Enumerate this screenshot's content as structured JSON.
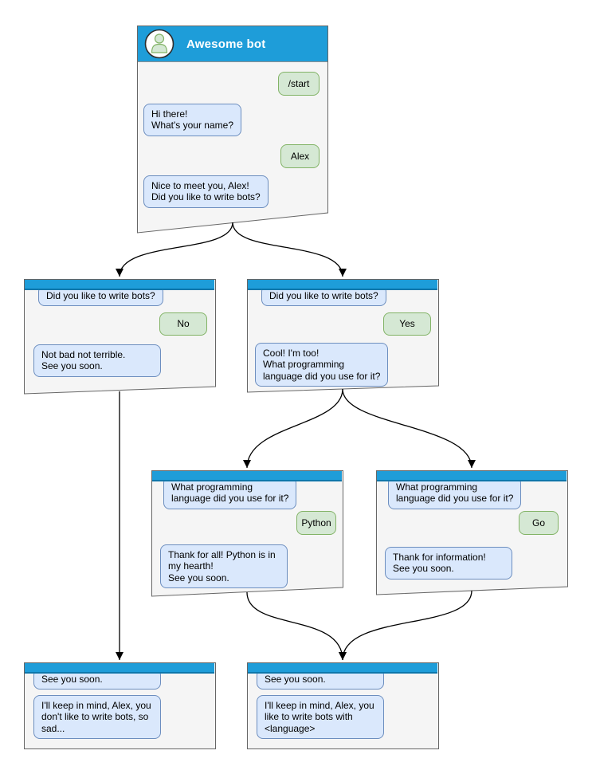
{
  "colors": {
    "titlebar": "#1e9dd9",
    "titlebar-border": "#0e77ab",
    "window-fill": "#f5f5f5",
    "window-stroke": "#666666",
    "bot-bubble-fill": "#dae8fc",
    "bot-bubble-stroke": "#6c8ebf",
    "user-bubble-fill": "#d5e8d4",
    "user-bubble-stroke": "#82b366",
    "connector": "#000000"
  },
  "windows": [
    {
      "id": "start",
      "title": "Awesome bot",
      "avatar_icon": "person-icon",
      "messages": [
        {
          "sender": "user",
          "text": "/start"
        },
        {
          "sender": "bot",
          "text": "Hi there!\nWhat's your name?"
        },
        {
          "sender": "user",
          "text": "Alex"
        },
        {
          "sender": "bot",
          "text": "Nice to meet you, Alex!\nDid you like to write bots?"
        }
      ]
    },
    {
      "id": "branch-no",
      "messages": [
        {
          "sender": "bot",
          "text": "Did you like to write bots?"
        },
        {
          "sender": "user",
          "text": "No"
        },
        {
          "sender": "bot",
          "text": "Not bad not terrible.\nSee you soon."
        }
      ]
    },
    {
      "id": "branch-yes",
      "messages": [
        {
          "sender": "bot",
          "text": "Did you like to write bots?"
        },
        {
          "sender": "user",
          "text": "Yes"
        },
        {
          "sender": "bot",
          "text": "Cool! I'm too!\nWhat programming\nlanguage did you use for it?"
        }
      ]
    },
    {
      "id": "lang-python",
      "messages": [
        {
          "sender": "bot",
          "text": "What programming\nlanguage did you use for it?"
        },
        {
          "sender": "user",
          "text": "Python"
        },
        {
          "sender": "bot",
          "text": "Thank for all! Python is in\nmy hearth!\nSee you soon."
        }
      ]
    },
    {
      "id": "lang-go",
      "messages": [
        {
          "sender": "bot",
          "text": "What programming\nlanguage did you use for it?"
        },
        {
          "sender": "user",
          "text": "Go"
        },
        {
          "sender": "bot",
          "text": "Thank for information!\nSee you soon."
        }
      ]
    },
    {
      "id": "final-no",
      "messages": [
        {
          "sender": "bot",
          "text": "See you soon."
        },
        {
          "sender": "bot",
          "text": "I'll keep in mind, Alex, you\ndon't like to write bots, so\nsad..."
        }
      ]
    },
    {
      "id": "final-yes",
      "messages": [
        {
          "sender": "bot",
          "text": "See you soon."
        },
        {
          "sender": "bot",
          "text": "I'll keep in mind, Alex, you\nlike to write bots with\n<language>"
        }
      ]
    }
  ],
  "edges": [
    {
      "from": "start",
      "to": "branch-no"
    },
    {
      "from": "start",
      "to": "branch-yes"
    },
    {
      "from": "branch-no",
      "to": "final-no"
    },
    {
      "from": "branch-yes",
      "to": "lang-python"
    },
    {
      "from": "branch-yes",
      "to": "lang-go"
    },
    {
      "from": "lang-python",
      "to": "final-yes"
    },
    {
      "from": "lang-go",
      "to": "final-yes"
    }
  ]
}
